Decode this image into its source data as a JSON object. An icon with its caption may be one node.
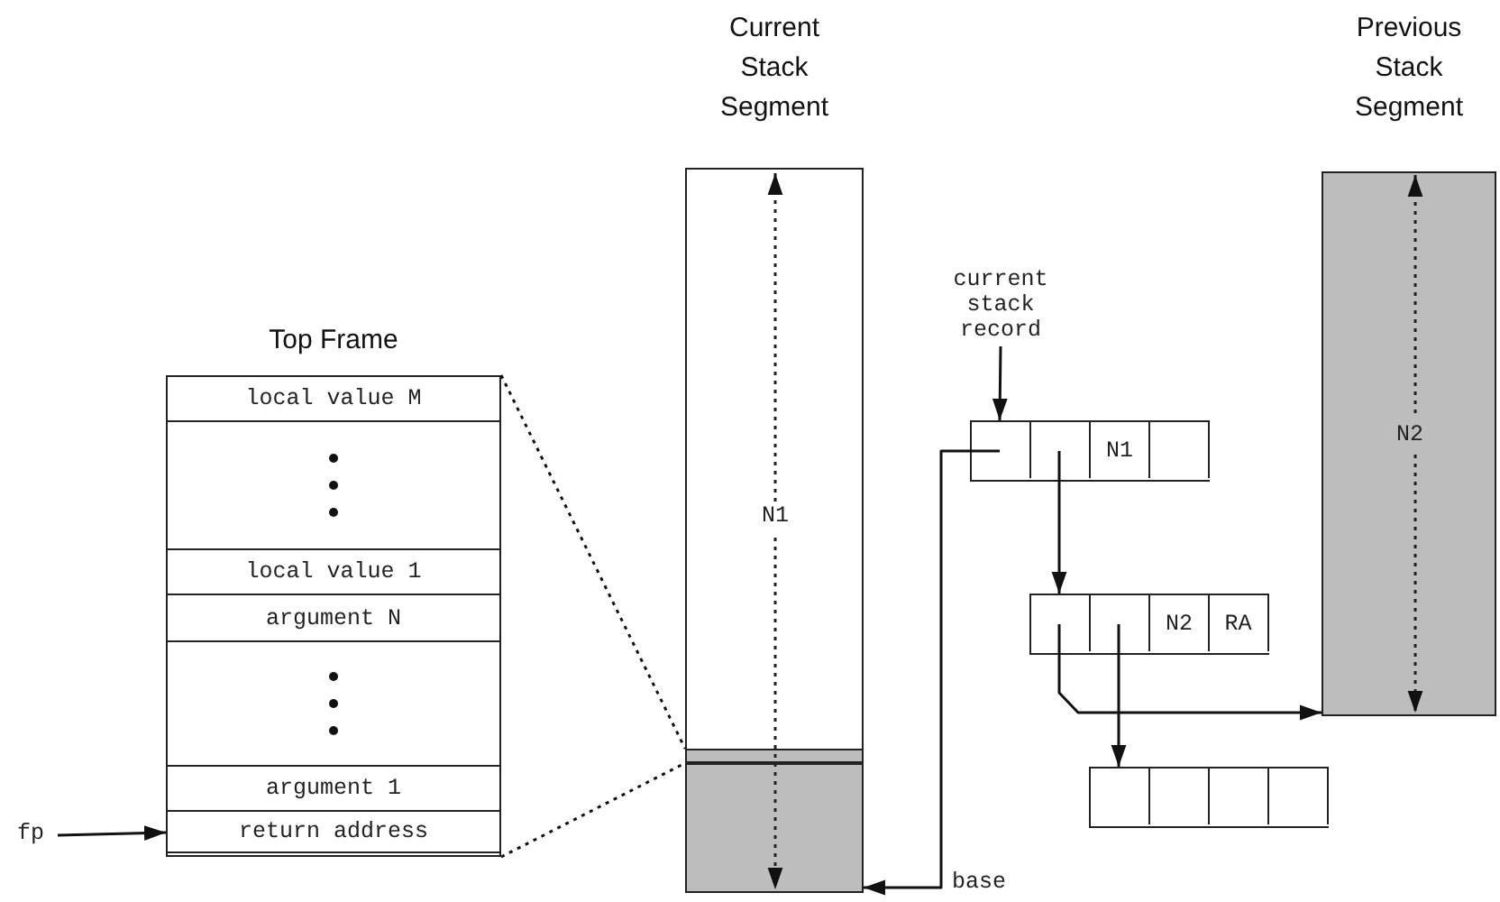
{
  "diagram": {
    "nodes": [
      {
        "text": [
          "Top Frame"
        ]
      },
      {
        "text": [
          "local value M"
        ],
        "in": 0
      },
      {
        "text": [],
        "shape": "box",
        "in": 0
      },
      {
        "text": [
          "local value 1"
        ],
        "in": 0
      },
      {
        "text": [
          "argument N"
        ],
        "in": 0
      },
      {
        "text": [],
        "shape": "box",
        "in": 0
      },
      {
        "text": [
          "argument 1"
        ],
        "in": 0
      },
      {
        "text": [
          "return address"
        ],
        "in": 0
      },
      {
        "text": [
          "fp"
        ]
      },
      {
        "text": [
          "Current Stack Segment"
        ]
      },
      {
        "text": [],
        "shape": "bar",
        "in": 9
      },
      {
        "text": [],
        "shape": "box",
        "in": 9
      },
      {
        "text": [
          "current stack record"
        ]
      },
      {
        "text": [],
        "shape": "box"
      },
      {
        "text": [],
        "shape": "box",
        "in": 13
      },
      {
        "text": [],
        "shape": "box",
        "in": 13
      },
      {
        "text": [
          "N1"
        ],
        "in": 13
      },
      {
        "text": [],
        "shape": "box",
        "in": 13
      },
      {
        "text": [],
        "shape": "box"
      },
      {
        "text": [],
        "shape": "box",
        "in": 18
      },
      {
        "text": [],
        "shape": "box",
        "in": 18
      },
      {
        "text": [
          "N2"
        ],
        "in": 18
      },
      {
        "text": [
          "RA"
        ],
        "in": 18
      },
      {
        "text": [],
        "shape": "box"
      },
      {
        "text": [],
        "shape": "box",
        "in": 23
      },
      {
        "text": [],
        "shape": "box",
        "in": 23
      },
      {
        "text": [],
        "shape": "box",
        "in": 23
      },
      {
        "text": [],
        "shape": "box",
        "in": 23
      },
      {
        "text": [
          "Previous Stack Segment"
        ]
      }
    ],
    "edges": [
      {
        "from": 8,
        "to": 7,
        "arrow": "to"
      },
      {
        "from": 0,
        "to": 10,
        "arrow": "none",
        "style": "dashed"
      },
      {
        "from": 0,
        "to": 10,
        "arrow": "none",
        "style": "dashed"
      },
      {
        "from": 12,
        "to": 14,
        "arrow": "to"
      },
      {
        "from": 14,
        "to": 11,
        "arrow": "to",
        "label": "base"
      },
      {
        "from": 15,
        "to": 19,
        "arrow": "to"
      },
      {
        "from": 19,
        "to": 28,
        "arrow": "to"
      },
      {
        "from": 20,
        "to": 24,
        "arrow": "to"
      }
    ],
    "labels": [
      "N1",
      "N2"
    ]
  }
}
